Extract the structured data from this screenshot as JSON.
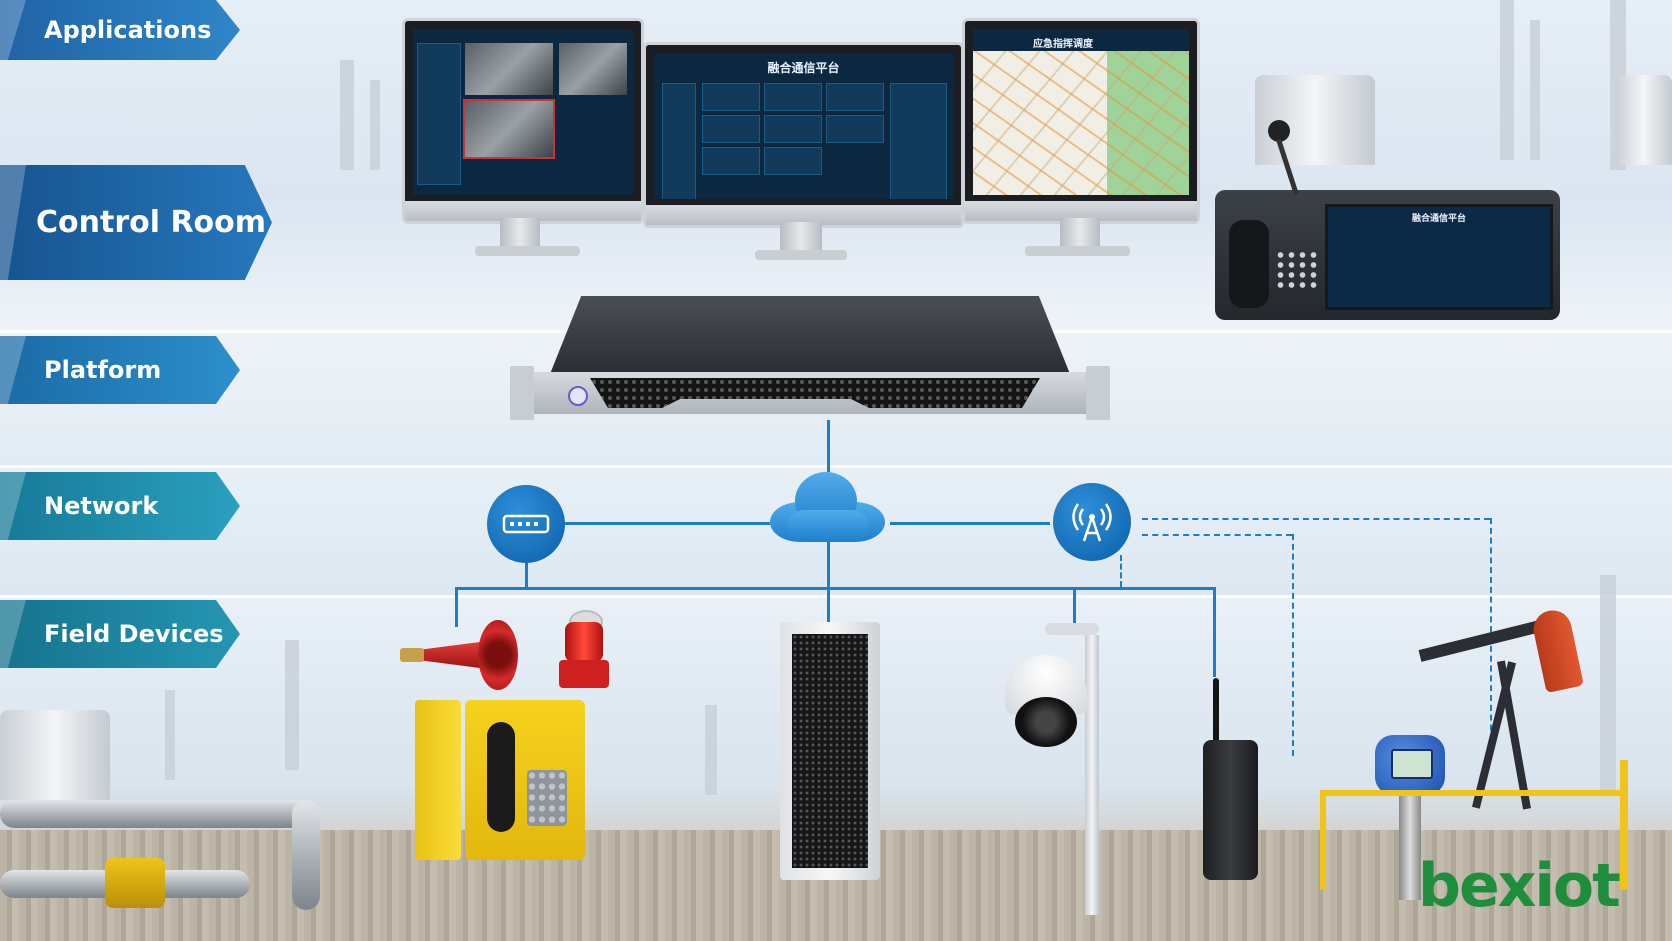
{
  "layers": {
    "applications": "Applications",
    "control_room": "Control Room",
    "platform": "Platform",
    "network": "Network",
    "field_devices": "Field Devices"
  },
  "screens": {
    "center_title": "融合通信平台",
    "right_title": "应急指挥调度",
    "console_title": "融合通信平台"
  },
  "brand": {
    "logo_text": "bexiot",
    "logo_color": "#1e8e3e"
  },
  "colors": {
    "accent": "#1f7cc6",
    "tab_blue": "#2678bd",
    "tab_teal": "#2596b3"
  },
  "icons": [
    "switch-icon",
    "cloud-icon",
    "wireless-tower-icon"
  ]
}
